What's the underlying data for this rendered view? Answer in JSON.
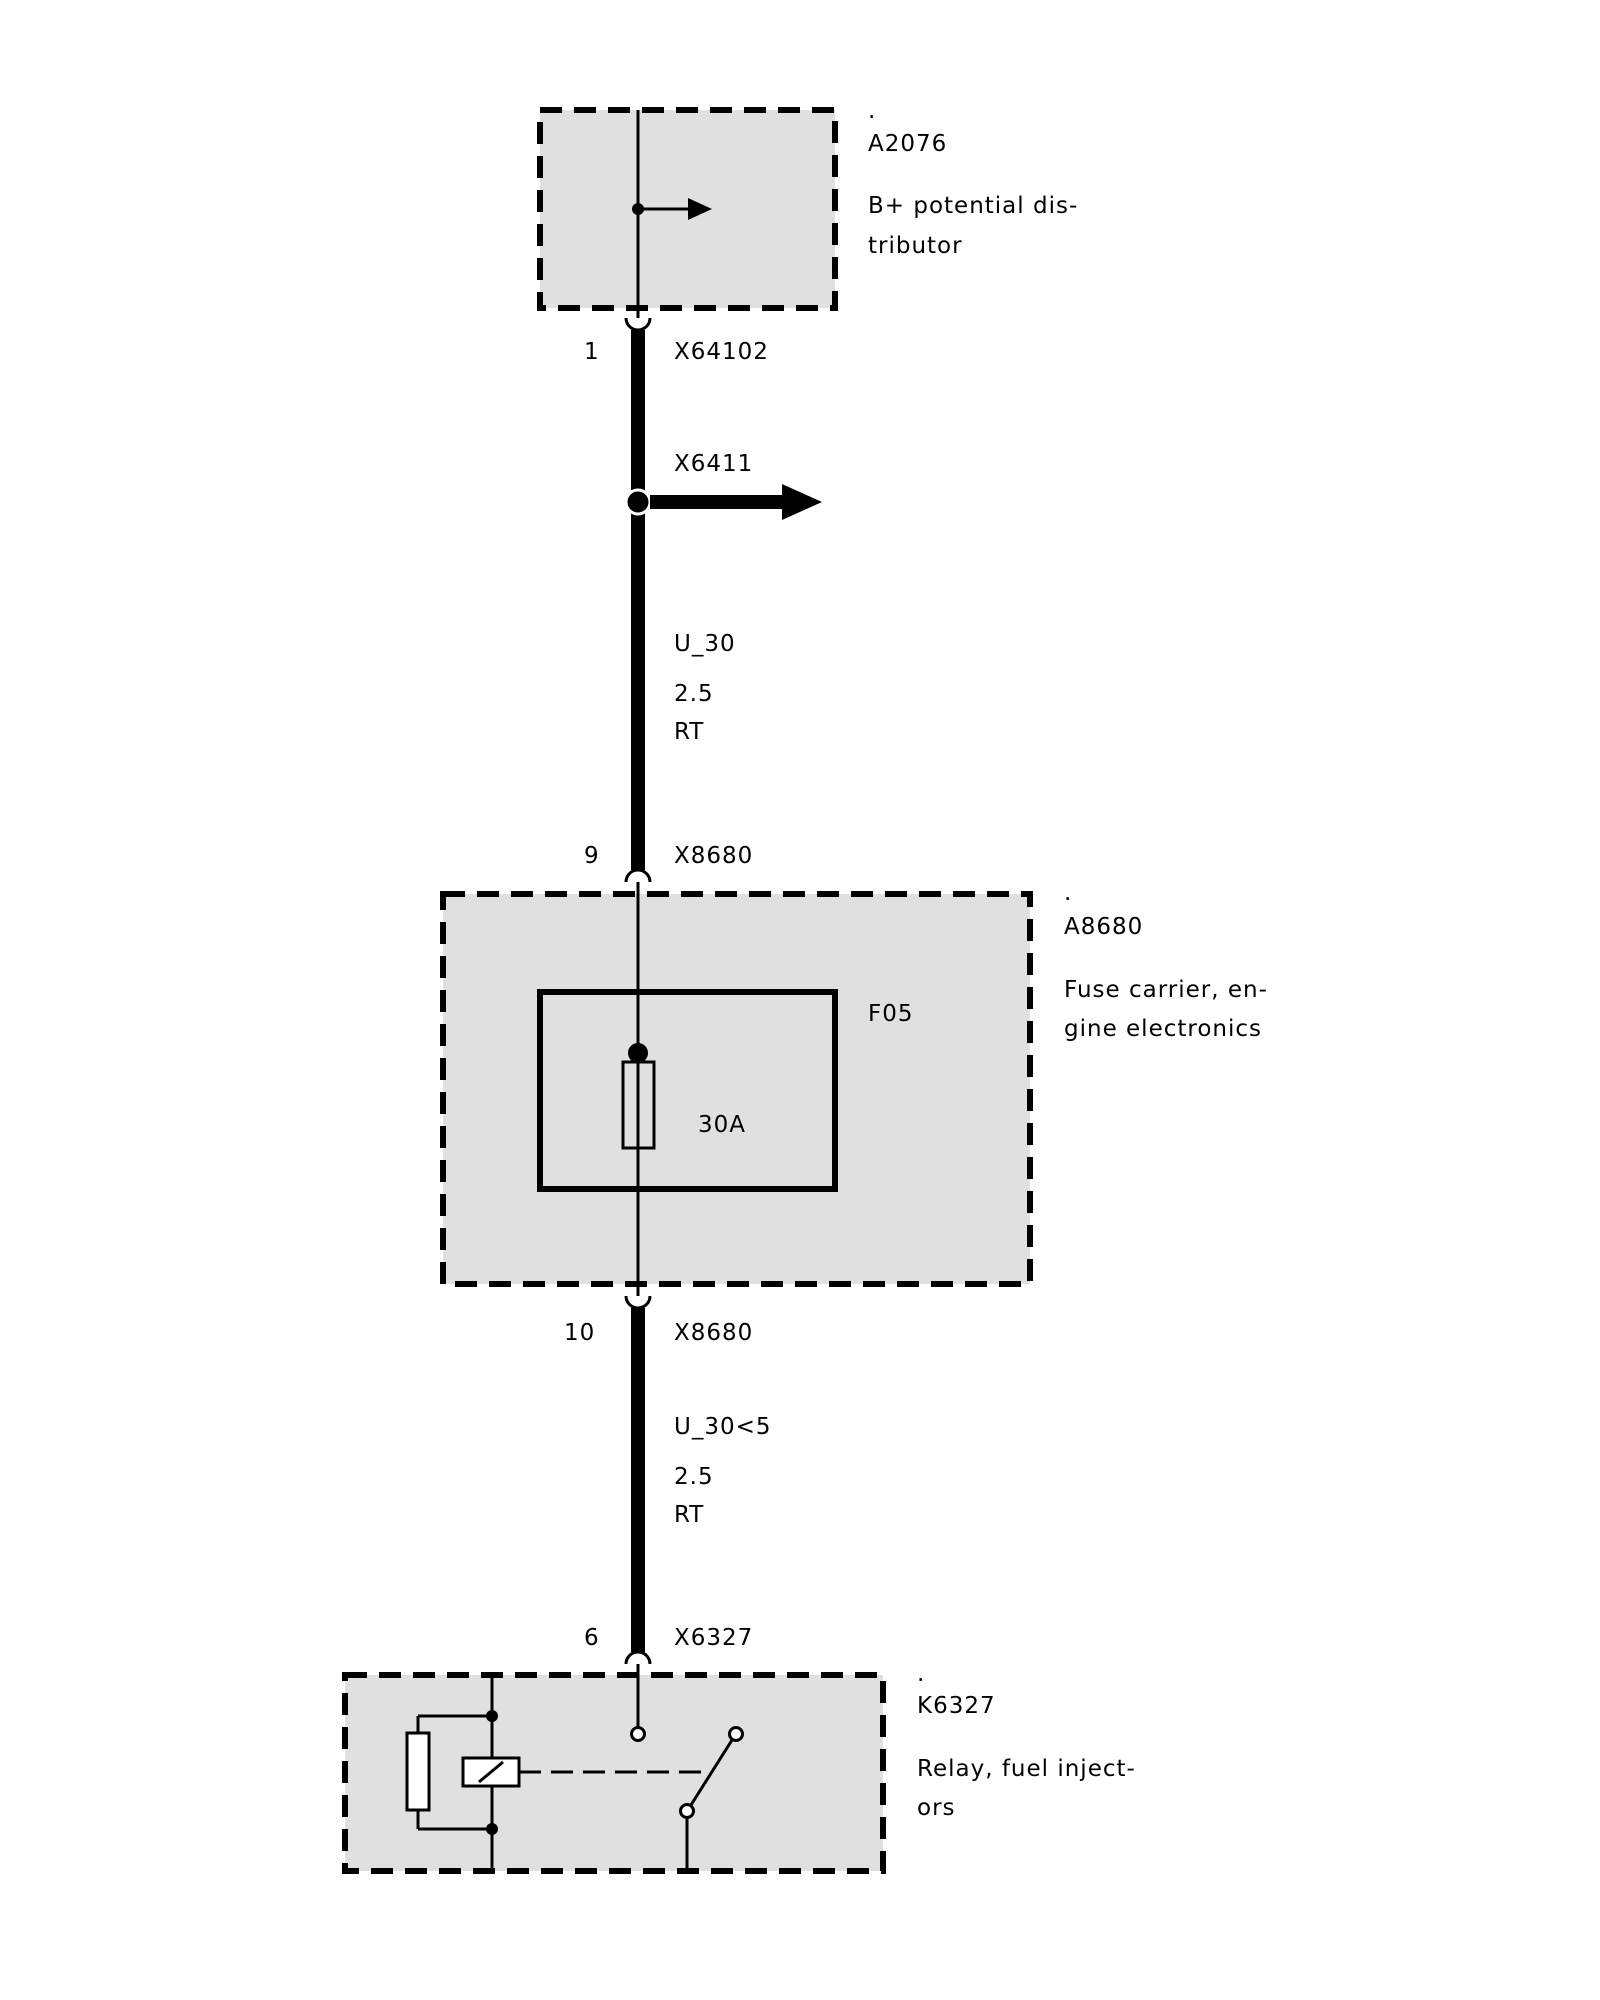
{
  "components": {
    "a2076": {
      "dot": ".",
      "id": "A2076",
      "desc_line1": "B+ potential dis-",
      "desc_line2": "tributor"
    },
    "a8680": {
      "dot": ".",
      "id": "A8680",
      "desc_line1": "Fuse carrier, en-",
      "desc_line2": "gine electronics"
    },
    "f05": {
      "id": "F05",
      "rating": "30A"
    },
    "k6327": {
      "dot": ".",
      "id": "K6327",
      "desc_line1": "Relay, fuel inject-",
      "desc_line2": "ors"
    }
  },
  "connectors": {
    "x64102": {
      "pin": "1",
      "id": "X64102"
    },
    "x6411": {
      "id": "X6411"
    },
    "x8680_in": {
      "pin": "9",
      "id": "X8680"
    },
    "x8680_out": {
      "pin": "10",
      "id": "X8680"
    },
    "x6327": {
      "pin": "6",
      "id": "X6327"
    }
  },
  "wires": {
    "wire1": {
      "signal": "U_30",
      "cross_section": "2.5",
      "color": "RT"
    },
    "wire2": {
      "signal": "U_30<5",
      "cross_section": "2.5",
      "color": "RT"
    }
  }
}
